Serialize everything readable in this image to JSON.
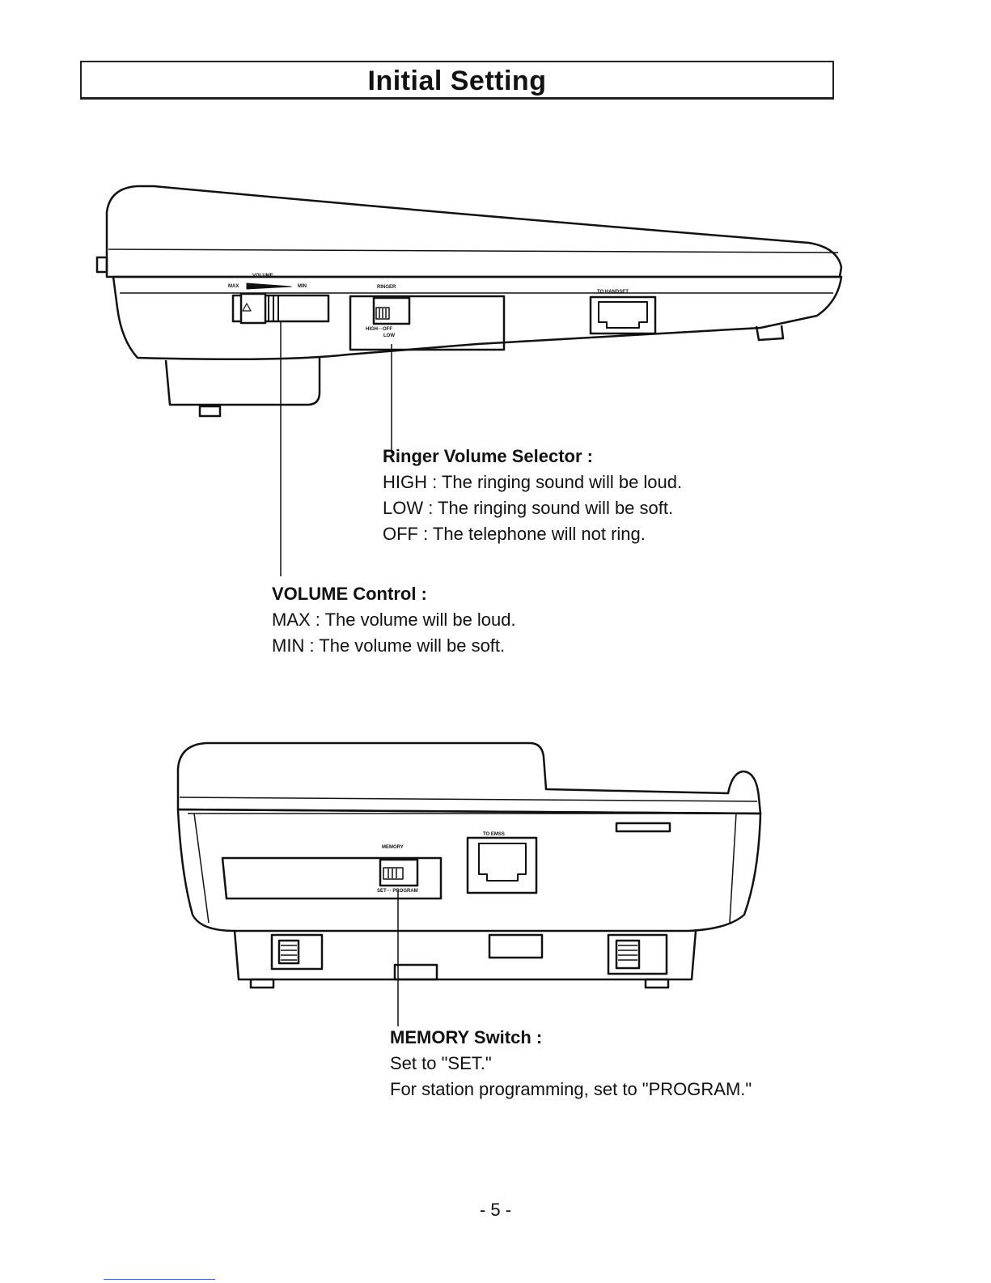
{
  "header": {
    "title": "Initial Setting"
  },
  "side_view": {
    "labels": {
      "volume": "VOLUME",
      "max": "MAX",
      "min": "MIN",
      "ringer": "RINGER",
      "high_off": "HIGH···OFF",
      "low": "LOW",
      "to_handset": "TO HANDSET"
    },
    "ringer": {
      "heading": "Ringer Volume Selector :",
      "lines": [
        "HIGH : The ringing sound will be loud.",
        "LOW : The ringing sound will be soft.",
        "OFF : The telephone will not ring."
      ]
    },
    "volume": {
      "heading": "VOLUME Control :",
      "lines": [
        "MAX : The volume will be loud.",
        "MIN : The volume will be soft."
      ]
    }
  },
  "rear_view": {
    "labels": {
      "memory": "MEMORY",
      "set_program": "SET··· PROGRAM",
      "to_emss": "TO EMSS"
    },
    "memory": {
      "heading": "MEMORY Switch :",
      "lines": [
        "Set to \"SET.\"",
        "For station programming, set to \"PROGRAM.\""
      ]
    }
  },
  "footer": {
    "page_number": "- 5 -"
  }
}
